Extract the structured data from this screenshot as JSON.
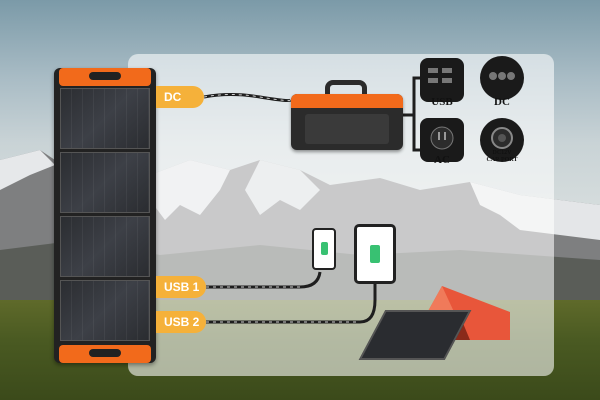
{
  "labels": {
    "solar_dc": "DC",
    "usb1": "USB 1",
    "usb2": "USB 2"
  },
  "ports": {
    "usb": "USB",
    "dc": "DC",
    "ac": "AC",
    "car_port_line1": "DC12V",
    "car_port_line2": "CAR PORT"
  },
  "colors": {
    "accent_orange": "#f26a1b",
    "label_yellow": "#f5b13a",
    "battery_green": "#38c172"
  },
  "icons": [
    "solar-panel-icon",
    "power-station-icon",
    "phone-icon",
    "tablet-icon",
    "tent-icon"
  ]
}
